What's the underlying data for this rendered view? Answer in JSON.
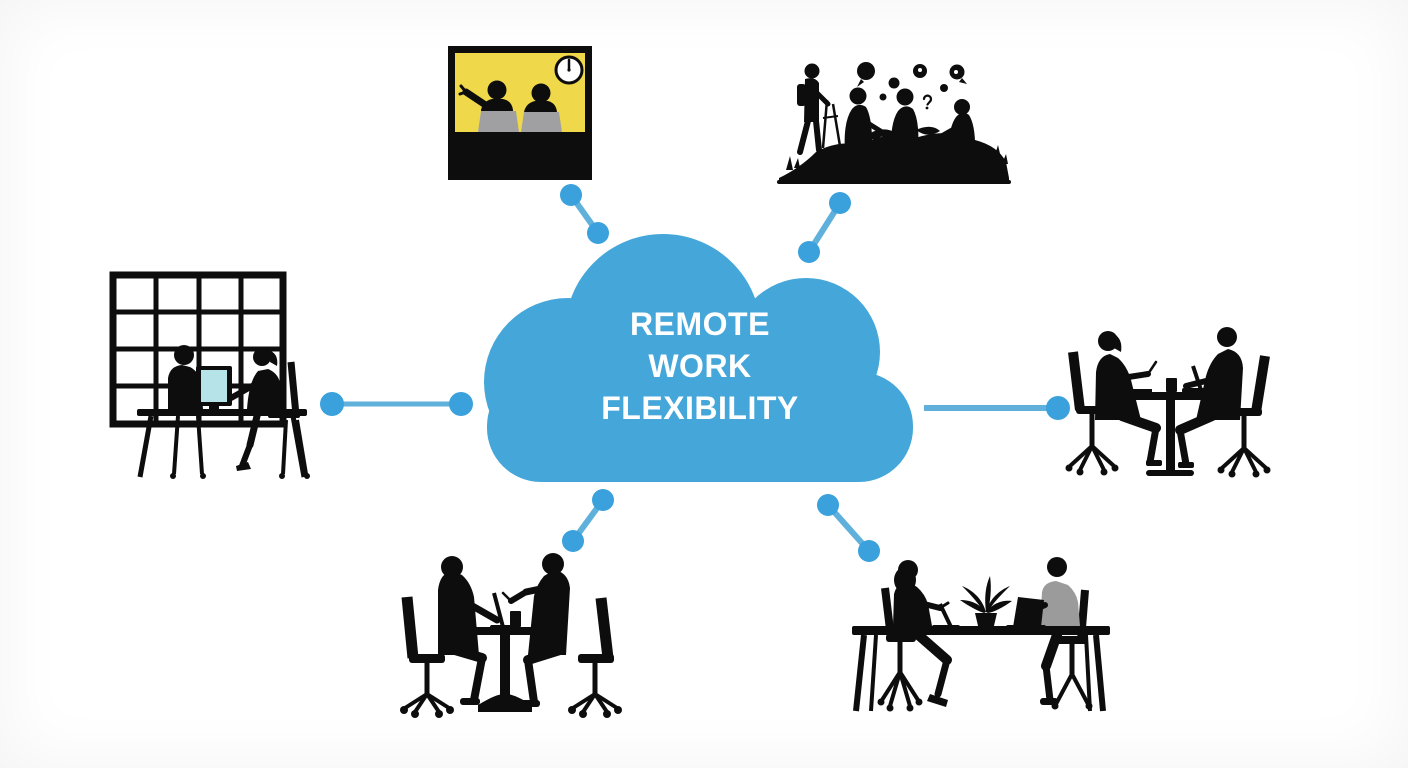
{
  "diagram": {
    "type": "hub-and-spoke",
    "center": {
      "shape": "cloud",
      "title_text": "REMOTE WORK FLEXIBILITY",
      "title_lines": [
        "REMOTE",
        "WORK",
        "FLEXIBILITY"
      ]
    },
    "colors": {
      "background": "#FFFFFF",
      "cloud": "#45A7D9",
      "connector_line": "#5FB1DC",
      "connector_dot": "#3AA1DC",
      "silhouette": "#0D0D0D",
      "frame_yellow": "#F0D84B",
      "laptop_gray": "#A0A0A2",
      "screen_cyan": "#B5E3E8",
      "shirt_gray": "#9B9B9B",
      "white": "#FFFFFF"
    },
    "nodes": [
      {
        "id": "video-call-frame",
        "position": "top-left",
        "icon": "two-people-on-laptops-in-yellow-framed-scene-with-wall-clock"
      },
      {
        "id": "outdoor-team",
        "position": "top-right",
        "icon": "team-discussion-outdoors-on-grass-with-speech-bubbles-and-hiker"
      },
      {
        "id": "office-window",
        "position": "left",
        "icon": "two-people-at-desk-with-monitor-by-grid-window"
      },
      {
        "id": "face-to-face-table",
        "position": "right",
        "icon": "two-people-meeting-at-pedestal-table-with-laptop-and-cup"
      },
      {
        "id": "cafe-table",
        "position": "bottom-left",
        "icon": "two-men-talking-at-pedestal-table-with-laptop-and-cup"
      },
      {
        "id": "coworking-desk",
        "position": "bottom-right",
        "icon": "two-people-at-long-desk-with-laptops-and-potted-plant"
      }
    ],
    "connections": [
      {
        "from": "cloud",
        "to": "video-call-frame"
      },
      {
        "from": "cloud",
        "to": "outdoor-team"
      },
      {
        "from": "cloud",
        "to": "office-window"
      },
      {
        "from": "cloud",
        "to": "face-to-face-table"
      },
      {
        "from": "cloud",
        "to": "cafe-table"
      },
      {
        "from": "cloud",
        "to": "coworking-desk"
      }
    ]
  }
}
